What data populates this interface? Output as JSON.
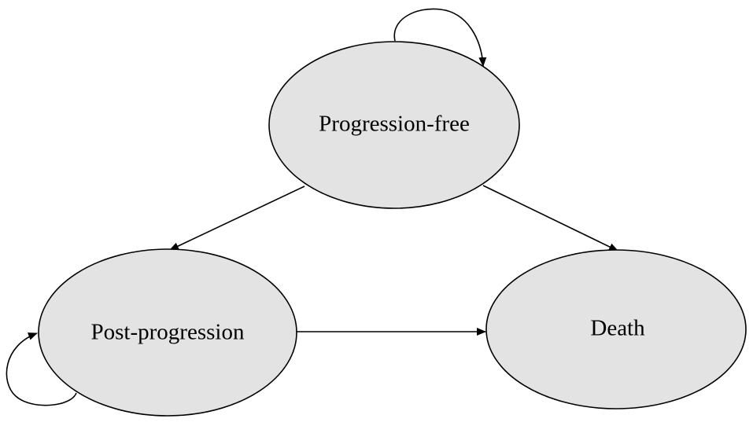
{
  "diagram": {
    "type": "state-transition",
    "colors": {
      "node_fill": "#e3e3e3",
      "stroke": "#000000",
      "background": "#ffffff"
    },
    "nodes": [
      {
        "id": "progression_free",
        "label": "Progression-free"
      },
      {
        "id": "post_progression",
        "label": "Post-progression"
      },
      {
        "id": "death",
        "label": "Death"
      }
    ],
    "edges": [
      {
        "from": "progression_free",
        "to": "progression_free"
      },
      {
        "from": "progression_free",
        "to": "post_progression"
      },
      {
        "from": "progression_free",
        "to": "death"
      },
      {
        "from": "post_progression",
        "to": "post_progression"
      },
      {
        "from": "post_progression",
        "to": "death"
      }
    ]
  }
}
